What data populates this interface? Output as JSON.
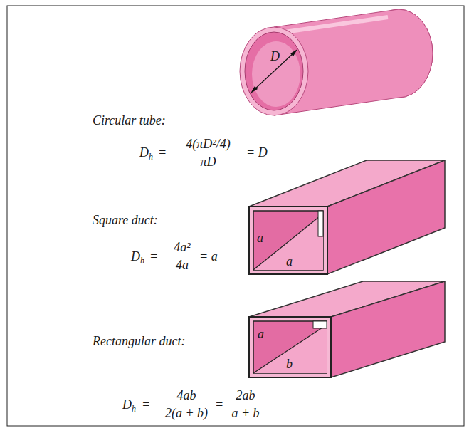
{
  "diagram": {
    "labels": [
      "Circular tube:",
      "D",
      "D",
      "h",
      "=",
      "4(πD²/4)",
      "πD",
      "= D",
      "Square duct:",
      "a",
      "a",
      "D",
      "h",
      "=",
      "4a²",
      "4a",
      "= a",
      "Rectangular duct:",
      "a",
      "b",
      "D",
      "h",
      "=",
      "4ab",
      "2(a + b)",
      "=",
      "2ab",
      "a + b"
    ]
  }
}
